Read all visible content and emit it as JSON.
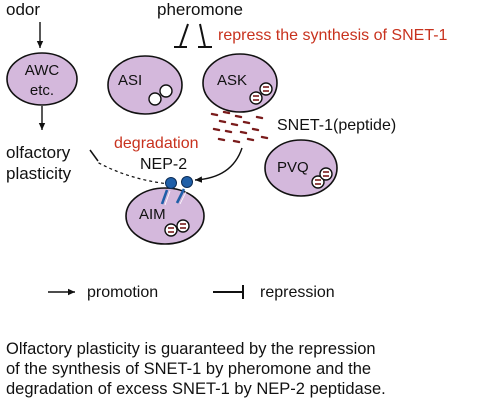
{
  "labels": {
    "odor": "odor",
    "pheromone": "pheromone",
    "repress_label": "repress the synthesis of SNET-1",
    "awc_line1": "AWC",
    "awc_line2": "etc.",
    "asi": "ASI",
    "ask": "ASK",
    "snet": "SNET-1(peptide)",
    "degradation": "degradation",
    "nep2": "NEP-2",
    "olfactory_line1": "olfactory",
    "olfactory_line2": "plasticity",
    "pvq": "PVQ",
    "aim": "AIM"
  },
  "legend": {
    "promotion": "promotion",
    "repression": "repression"
  },
  "caption": [
    "Olfactory plasticity is guaranteed by the repression",
    "of the synthesis of SNET-1 by pheromone and the",
    "degradation of excess SNET-1 by NEP-2 peptidase."
  ],
  "colors": {
    "cell_fill": "#d4b8dc",
    "accent_red": "#c8321e",
    "peptide": "#7a1c1c",
    "receptor": "#1f5fa8"
  }
}
